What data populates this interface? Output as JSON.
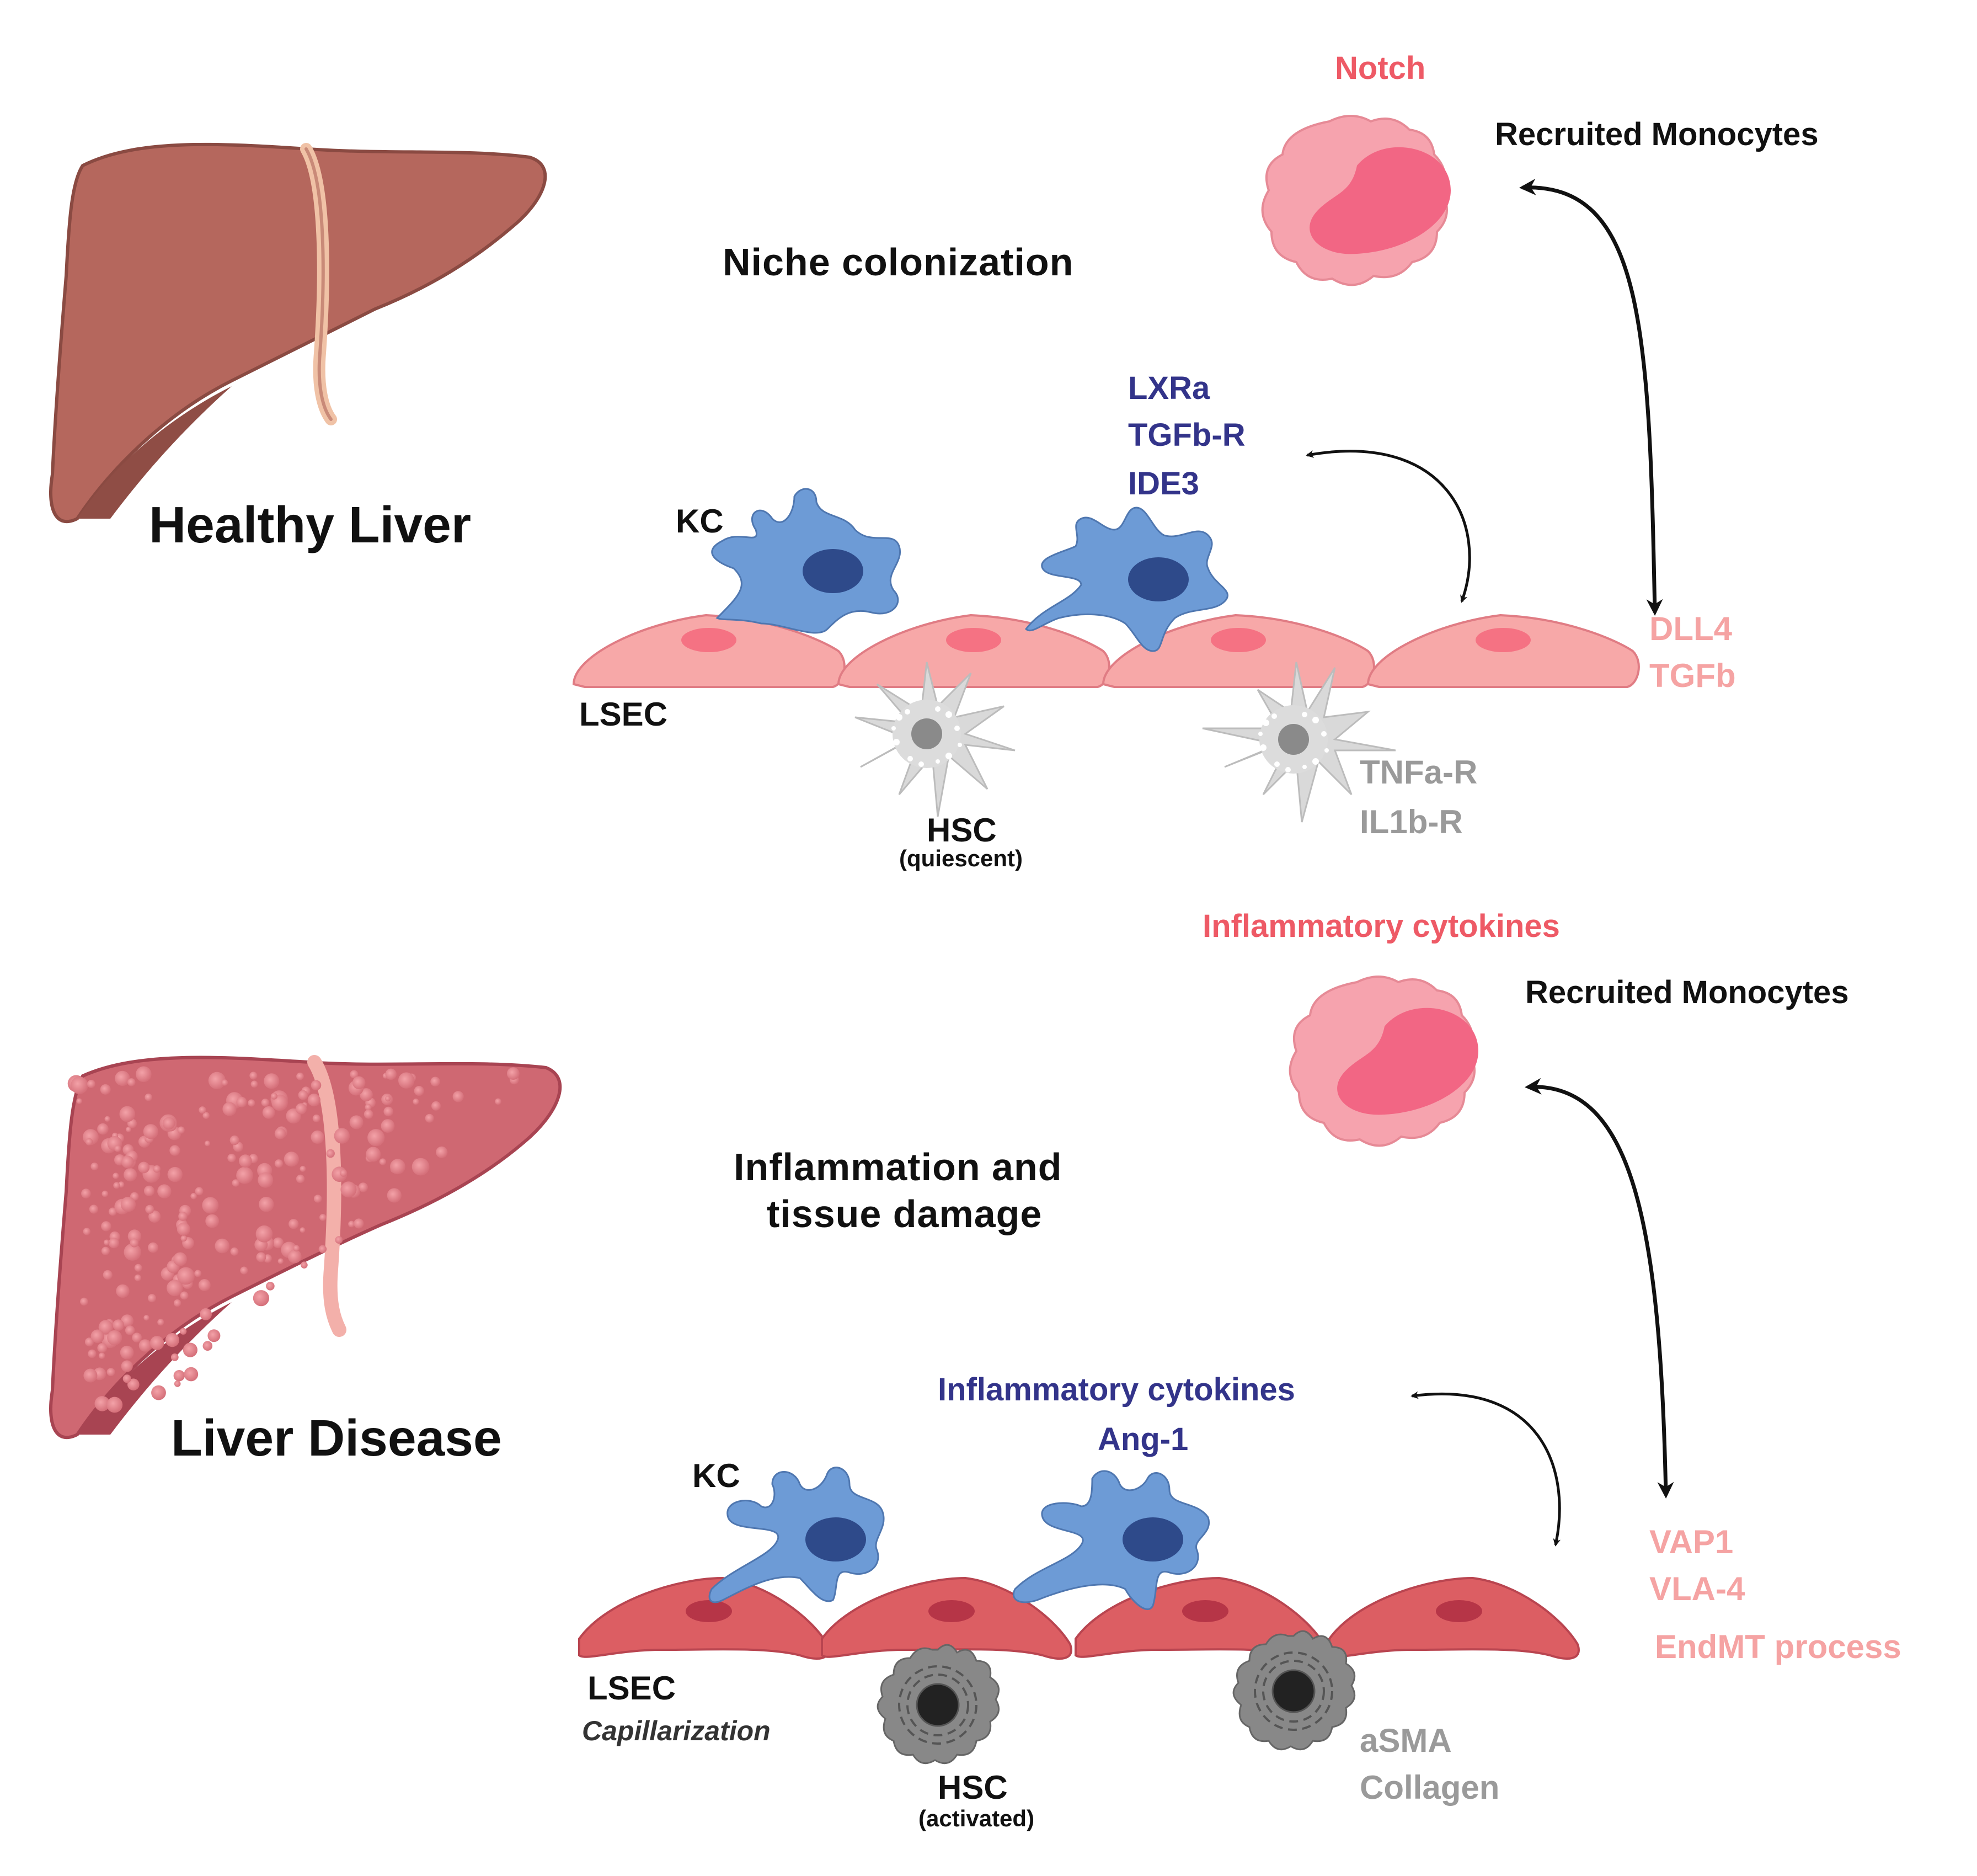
{
  "colors": {
    "liver_healthy": "#b5675d",
    "liver_disease": "#cf6872",
    "lsec_healthy": "#f7a8a8",
    "lsec_disease": "#dc5e63",
    "kupffer": "#6d9bd6",
    "kupffer_nucleus": "#2e4a8a",
    "hsc_quiescent": "#d4d4d4",
    "hsc_activated": "#888888",
    "monocyte": "#f6a3ae",
    "monocyte_nucleus": "#f26684",
    "label_blue": "#33348a",
    "label_pink": "#f5a3a3",
    "label_red": "#ee5a66",
    "label_grey": "#9a9a9a"
  },
  "healthy": {
    "organ_label": "Healthy Liver",
    "heading": "Niche colonization",
    "monocyte_signal": "Notch",
    "monocyte_label": "Recruited Monocytes",
    "kc_label": "KC",
    "kc_signals": [
      "LXRa",
      "TGFb-R",
      "IDE3"
    ],
    "lsec_label": "LSEC",
    "lsec_signals": [
      "DLL4",
      "TGFb"
    ],
    "hsc_label": "HSC",
    "hsc_state": "(quiescent)",
    "hsc_signals": [
      "TNFa-R",
      "IL1b-R"
    ]
  },
  "disease": {
    "organ_label": "Liver Disease",
    "heading_line1": "Inflammation and",
    "heading_line2": "tissue damage",
    "monocyte_signal": "Inflammatory cytokines",
    "monocyte_label": "Recruited Monocytes",
    "kc_label": "KC",
    "kc_signals": [
      "Inflammatory cytokines",
      "Ang-1"
    ],
    "lsec_label": "LSEC",
    "lsec_state": "Capillarization",
    "lsec_signals": [
      "VAP1",
      "VLA-4",
      "EndMT process"
    ],
    "hsc_label": "HSC",
    "hsc_state": "(activated)",
    "hsc_signals": [
      "aSMA",
      "Collagen"
    ]
  }
}
